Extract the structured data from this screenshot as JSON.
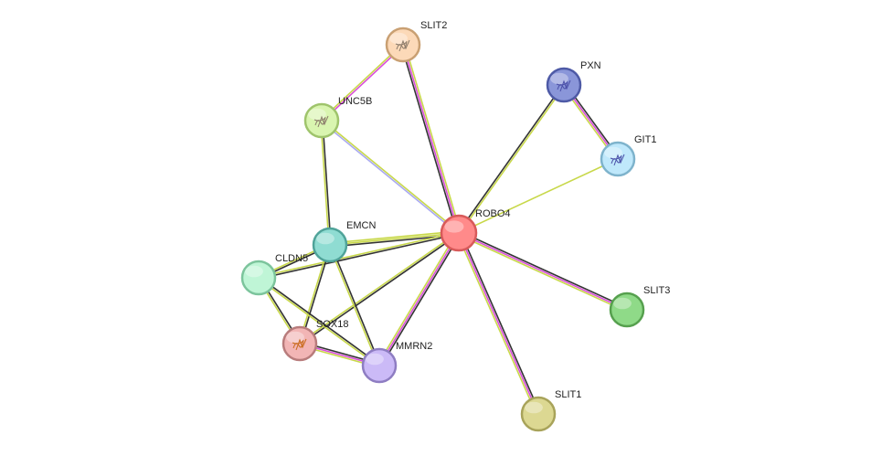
{
  "network": {
    "nodes": [
      {
        "id": "ROBO4",
        "label": "ROBO4",
        "color": "#ff8a8a",
        "stroke": "#d85a5a",
        "icon": "none"
      },
      {
        "id": "SLIT2",
        "label": "SLIT2",
        "color": "#fcd9b8",
        "stroke": "#c9a073",
        "icon": "protein-structure-icon"
      },
      {
        "id": "UNC5B",
        "label": "UNC5B",
        "color": "#d9f5b0",
        "stroke": "#9fc46c",
        "icon": "protein-structure-icon"
      },
      {
        "id": "PXN",
        "label": "PXN",
        "color": "#8a96d9",
        "stroke": "#4e5aa6",
        "icon": "protein-structure-icon"
      },
      {
        "id": "GIT1",
        "label": "GIT1",
        "color": "#bfe8fb",
        "stroke": "#7eb3cc",
        "icon": "protein-structure-icon"
      },
      {
        "id": "EMCN",
        "label": "EMCN",
        "color": "#8fdcd2",
        "stroke": "#4fa399",
        "icon": "none"
      },
      {
        "id": "CLDN5",
        "label": "CLDN5",
        "color": "#bff5d6",
        "stroke": "#7cc49c",
        "icon": "none"
      },
      {
        "id": "SOX18",
        "label": "SOX18",
        "color": "#f2b5b5",
        "stroke": "#b87c7c",
        "icon": "protein-structure-icon"
      },
      {
        "id": "MMRN2",
        "label": "MMRN2",
        "color": "#cbbaf7",
        "stroke": "#8e7dc2",
        "icon": "none"
      },
      {
        "id": "SLIT3",
        "label": "SLIT3",
        "color": "#8fda88",
        "stroke": "#56a04e",
        "icon": "none"
      },
      {
        "id": "SLIT1",
        "label": "SLIT1",
        "color": "#dcd892",
        "stroke": "#a8a35a",
        "icon": "none"
      }
    ],
    "edges": [
      {
        "source": "ROBO4",
        "target": "SLIT2",
        "colors": [
          "#333333",
          "#d94fd9",
          "#c8d84a"
        ]
      },
      {
        "source": "ROBO4",
        "target": "UNC5B",
        "colors": [
          "#a9a9f0",
          "#c8d84a"
        ]
      },
      {
        "source": "ROBO4",
        "target": "PXN",
        "colors": [
          "#333333",
          "#c8d84a"
        ]
      },
      {
        "source": "ROBO4",
        "target": "GIT1",
        "colors": [
          "#c8d84a"
        ]
      },
      {
        "source": "ROBO4",
        "target": "SLIT3",
        "colors": [
          "#333333",
          "#d94fd9",
          "#c8d84a"
        ]
      },
      {
        "source": "ROBO4",
        "target": "SLIT1",
        "colors": [
          "#333333",
          "#d94fd9",
          "#c8d84a"
        ]
      },
      {
        "source": "ROBO4",
        "target": "EMCN",
        "colors": [
          "#333333",
          "#c8d84a",
          "#c8d84a"
        ]
      },
      {
        "source": "ROBO4",
        "target": "CLDN5",
        "colors": [
          "#333333",
          "#c8d84a"
        ]
      },
      {
        "source": "ROBO4",
        "target": "SOX18",
        "colors": [
          "#333333",
          "#c8d84a"
        ]
      },
      {
        "source": "ROBO4",
        "target": "MMRN2",
        "colors": [
          "#333333",
          "#d94fd9",
          "#c8d84a"
        ]
      },
      {
        "source": "SLIT2",
        "target": "UNC5B",
        "colors": [
          "#d94fd9",
          "#c8d84a"
        ]
      },
      {
        "source": "PXN",
        "target": "GIT1",
        "colors": [
          "#333333",
          "#d94fd9",
          "#c8d84a"
        ]
      },
      {
        "source": "UNC5B",
        "target": "EMCN",
        "colors": [
          "#333333",
          "#c8d84a"
        ]
      },
      {
        "source": "EMCN",
        "target": "CLDN5",
        "colors": [
          "#333333",
          "#c8d84a"
        ]
      },
      {
        "source": "EMCN",
        "target": "SOX18",
        "colors": [
          "#333333",
          "#c8d84a"
        ]
      },
      {
        "source": "EMCN",
        "target": "MMRN2",
        "colors": [
          "#333333",
          "#c8d84a"
        ]
      },
      {
        "source": "CLDN5",
        "target": "SOX18",
        "colors": [
          "#333333",
          "#c8d84a"
        ]
      },
      {
        "source": "CLDN5",
        "target": "MMRN2",
        "colors": [
          "#333333",
          "#c8d84a"
        ]
      },
      {
        "source": "SOX18",
        "target": "MMRN2",
        "colors": [
          "#333333",
          "#d94fd9",
          "#c8d84a"
        ]
      }
    ]
  }
}
